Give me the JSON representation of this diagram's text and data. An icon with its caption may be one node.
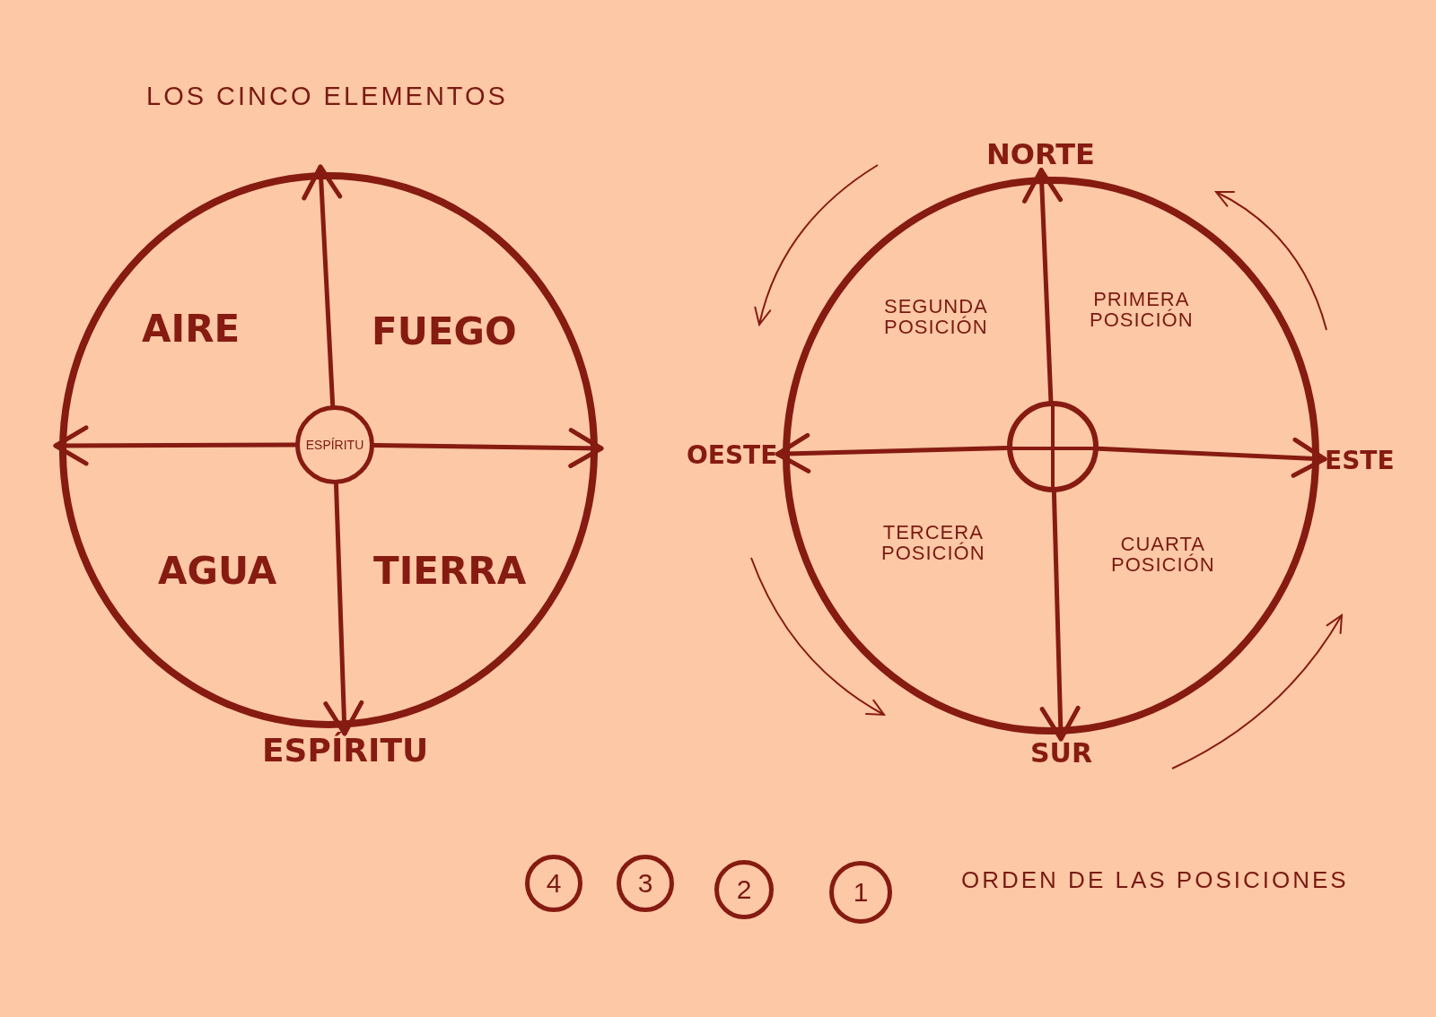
{
  "diagram": {
    "title": "LOS CINCO ELEMENTOS",
    "nodes": [
      {
        "text": [
          "AIRE",
          "FUEGO",
          "AGUA",
          "TIERRA"
        ]
      },
      {
        "text": [
          "ESPÍRITU"
        ],
        "in": 0
      },
      {
        "text": [
          "ESPÍRITU"
        ]
      },
      {
        "text": [
          "NORTE"
        ]
      },
      {
        "text": [
          "OESTE"
        ]
      },
      {
        "text": [
          "SEGUNDA POSICIÓN",
          "PRIMERA POSICIÓN",
          "TERCERA POSICIÓN",
          "CUARTA POSICIÓN"
        ]
      },
      {
        "text": [],
        "shape": "circle",
        "in": 5
      },
      {
        "text": [
          "ESTE"
        ]
      },
      {
        "text": [
          "SUR"
        ]
      },
      {
        "text": [
          "4"
        ]
      },
      {
        "text": [
          "3"
        ]
      },
      {
        "text": [
          "2"
        ]
      },
      {
        "text": [
          "1"
        ]
      }
    ],
    "edges": [
      {
        "from": 1,
        "to": null,
        "arrow": "to"
      },
      {
        "from": 1,
        "to": null,
        "arrow": "to"
      },
      {
        "from": 1,
        "to": null,
        "arrow": "to"
      },
      {
        "from": 1,
        "to": 2,
        "arrow": "to"
      },
      {
        "from": 6,
        "to": 3,
        "arrow": "to"
      },
      {
        "from": 6,
        "to": 4,
        "arrow": "to"
      },
      {
        "from": 6,
        "to": 7,
        "arrow": "to"
      },
      {
        "from": 6,
        "to": 8,
        "arrow": "to"
      }
    ],
    "labels": [
      "ORDEN DE LAS POSICIONES"
    ]
  }
}
